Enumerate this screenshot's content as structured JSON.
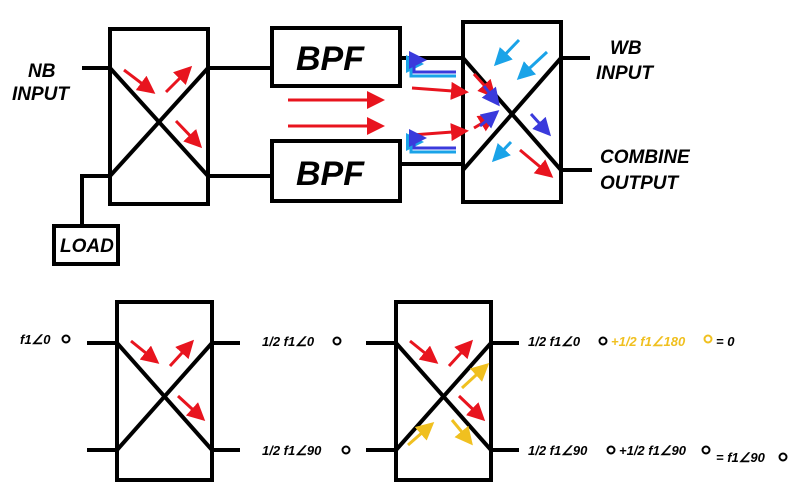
{
  "top": {
    "nb_input": [
      "NB",
      "INPUT"
    ],
    "wb_input": [
      "WB",
      "INPUT"
    ],
    "combine_output": [
      "COMBINE",
      "OUTPUT"
    ],
    "load": "LOAD",
    "bpf_top": "BPF",
    "bpf_bottom": "BPF"
  },
  "bottom_left": {
    "input": "f1∠0",
    "out_top": "1/2 f1∠0",
    "out_bottom": "1/2 f1∠90"
  },
  "bottom_right": {
    "out_top_a": "1/2 f1∠0",
    "out_top_b": "+1/2 f1∠180",
    "out_top_c": "= 0",
    "out_bottom_a": "1/2 f1∠90",
    "out_bottom_b": "+1/2 f1∠90",
    "out_bottom_c": "=  f1∠90"
  },
  "colors": {
    "signal": "#e8141e",
    "reflected_light": "#1aa3e8",
    "reflected_dark": "#3a3adc",
    "out_of_phase": "#f0c020",
    "line": "#000000"
  }
}
